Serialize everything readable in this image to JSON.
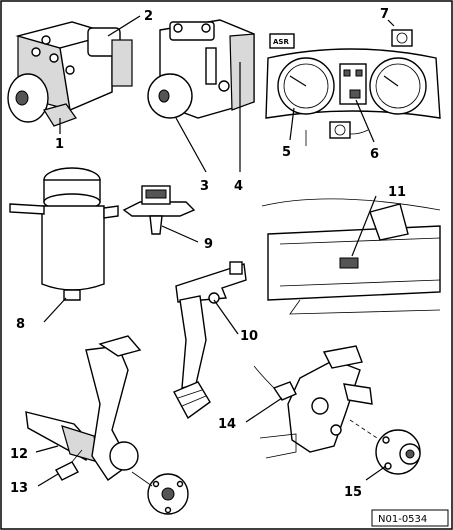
{
  "callouts": {
    "c1": "1",
    "c2": "2",
    "c3": "3",
    "c4": "4",
    "c5": "5",
    "c6": "6",
    "c7": "7",
    "c8": "8",
    "c9": "9",
    "c10": "10",
    "c11": "11",
    "c12": "12",
    "c13": "13",
    "c14": "14",
    "c15": "15"
  },
  "badges": {
    "asr": "ASR"
  },
  "reference_code": "N01-0534",
  "colors": {
    "ink": "#000000",
    "paper": "#ffffff",
    "shade": "#d9d9d9"
  }
}
